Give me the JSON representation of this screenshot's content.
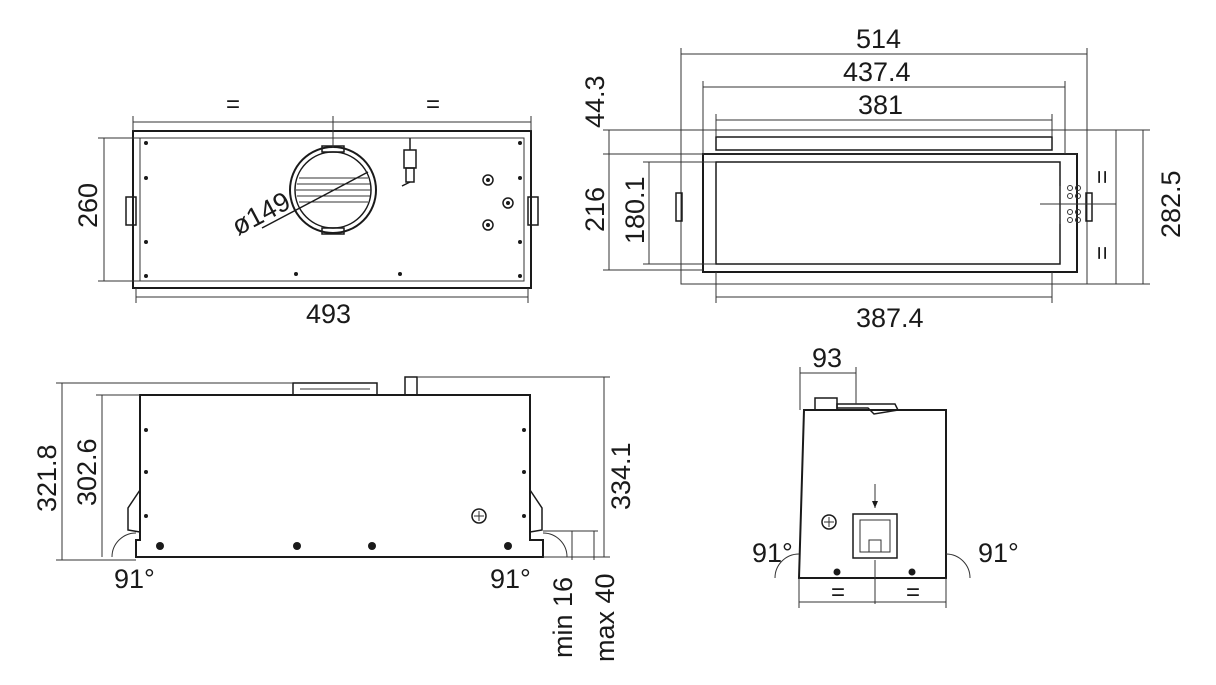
{
  "top_view": {
    "eq_left": "=",
    "eq_right": "=",
    "height": "260",
    "width": "493",
    "diameter": "ø149"
  },
  "front_view": {
    "d514": "514",
    "d437": "437.4",
    "d381": "381",
    "d443": "44.3",
    "d216": "216",
    "d180": "180.1",
    "d2825": "282.5",
    "d3874": "387.4",
    "eq_top": "=",
    "eq_bottom": "="
  },
  "side_view": {
    "d3218": "321.8",
    "d3026": "302.6",
    "d3341": "334.1",
    "angle_left": "91°",
    "angle_right": "91°",
    "min": "min 16",
    "max": "max 40"
  },
  "end_view": {
    "d93": "93",
    "angle_left": "91°",
    "angle_right": "91°",
    "eq_left": "=",
    "eq_right": "="
  }
}
